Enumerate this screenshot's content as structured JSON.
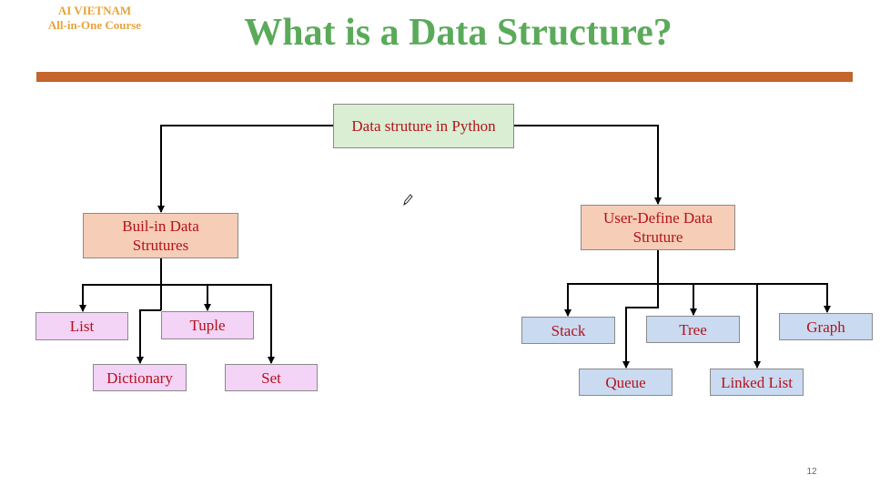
{
  "logo": {
    "line1": "AI VIETNAM",
    "line2": "All-in-One Course"
  },
  "title": "What is a Data Structure?",
  "root": {
    "label": "Data struture in Python"
  },
  "builtin": {
    "label_line1": "Buil-in Data",
    "label_line2": "Strutures",
    "children": [
      "List",
      "Tuple",
      "Dictionary",
      "Set"
    ]
  },
  "userdefined": {
    "label_line1": "User-Define Data",
    "label_line2": "Struture",
    "children": [
      "Stack",
      "Tree",
      "Graph",
      "Queue",
      "Linked List"
    ]
  },
  "page_number": "12",
  "colors": {
    "title": "#5aaa5a",
    "logo": "#e8a33a",
    "rule": "#c5642b",
    "box_text": "#b5121b",
    "root_fill": "#d9eed3",
    "category_fill": "#f6cdb6",
    "builtin_leaf_fill": "#f3d3f6",
    "userdefined_leaf_fill": "#c9daf1"
  }
}
